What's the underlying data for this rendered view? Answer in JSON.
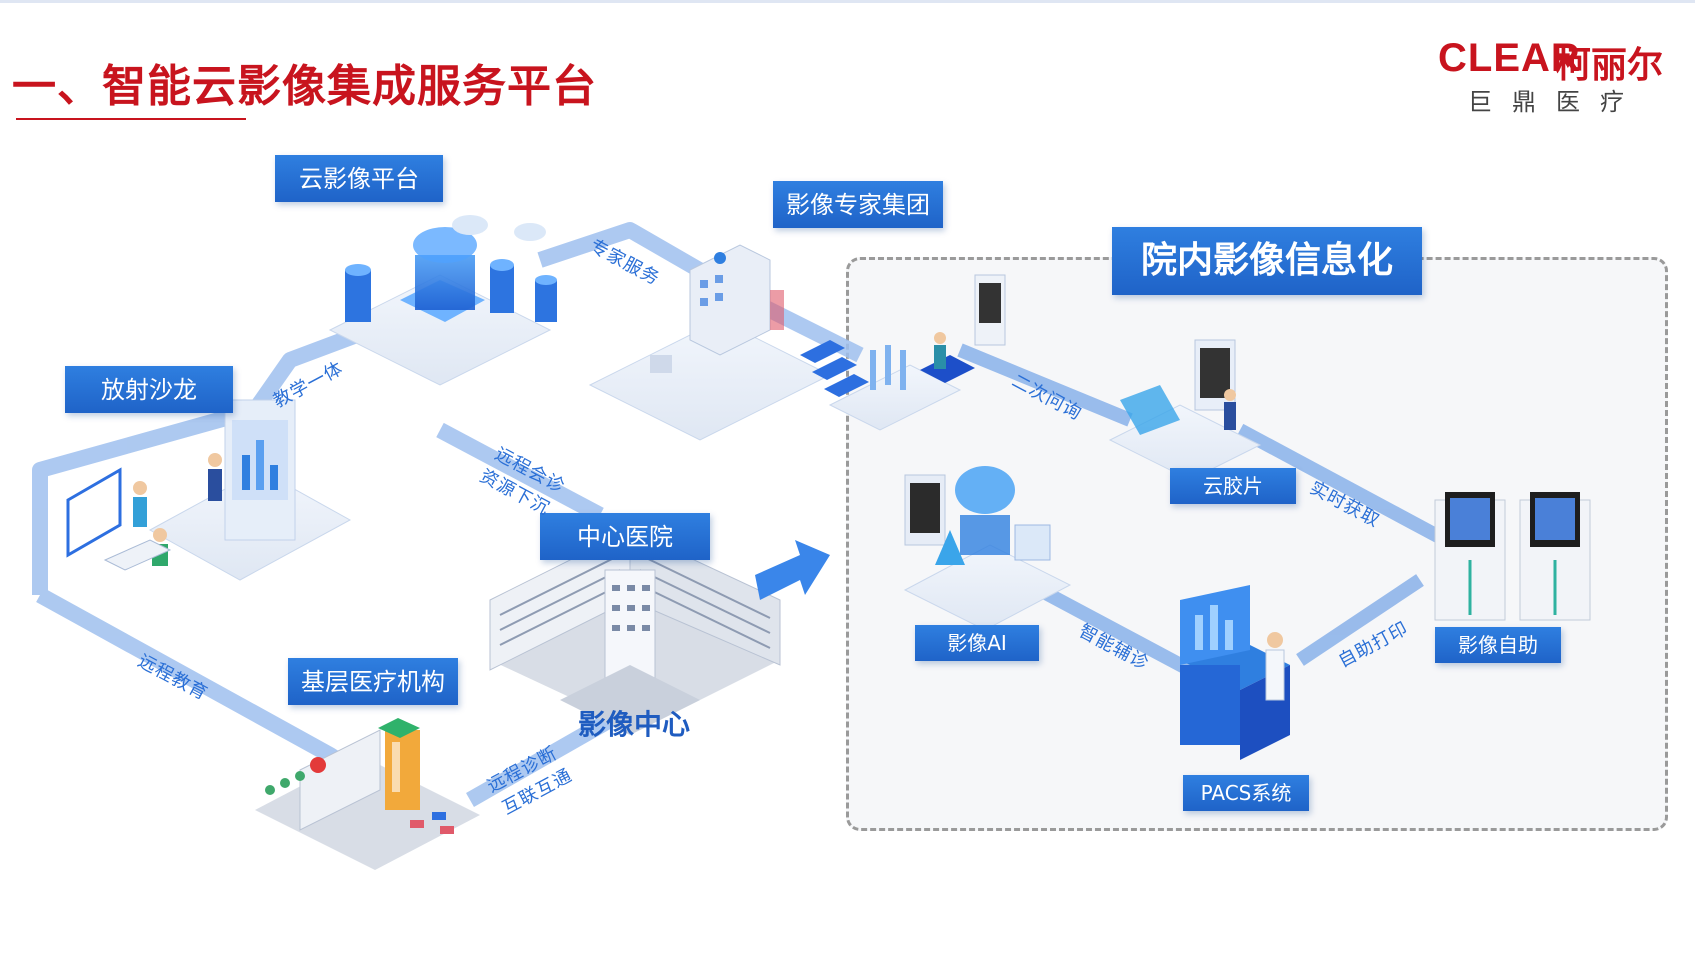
{
  "title": "一、智能云影像集成服务平台",
  "logo": {
    "brand_en": "CLEAR",
    "brand_cn": "柯丽尔",
    "subtitle": "巨鼎医疗"
  },
  "nodes": {
    "cloud_platform": "云影像平台",
    "expert_group": "影像专家集团",
    "radiology_salon": "放射沙龙",
    "central_hospital": "中心医院",
    "imaging_center": "影像中心",
    "primary_care": "基层医疗机构",
    "in_hospital": "院内影像信息化",
    "cloud_film": "云胶片",
    "imaging_ai": "影像AI",
    "self_service": "影像自助",
    "pacs": "PACS系统"
  },
  "flows": {
    "expert_service": "专家服务",
    "teaching": "教学一体",
    "consult": "远程会诊",
    "resource": "资源下沉",
    "education": "远程教育",
    "diagnosis": "远程诊断",
    "interconnect": "互联互通",
    "second_inquiry": "二次问询",
    "realtime": "实时获取",
    "smart_assist": "智能辅诊",
    "self_print": "自助打印"
  },
  "colors": {
    "title_red": "#c8141e",
    "label_blue": "#1f63c8",
    "path_blue": "#8fb5ea",
    "flow_text": "#2a6fd6"
  }
}
